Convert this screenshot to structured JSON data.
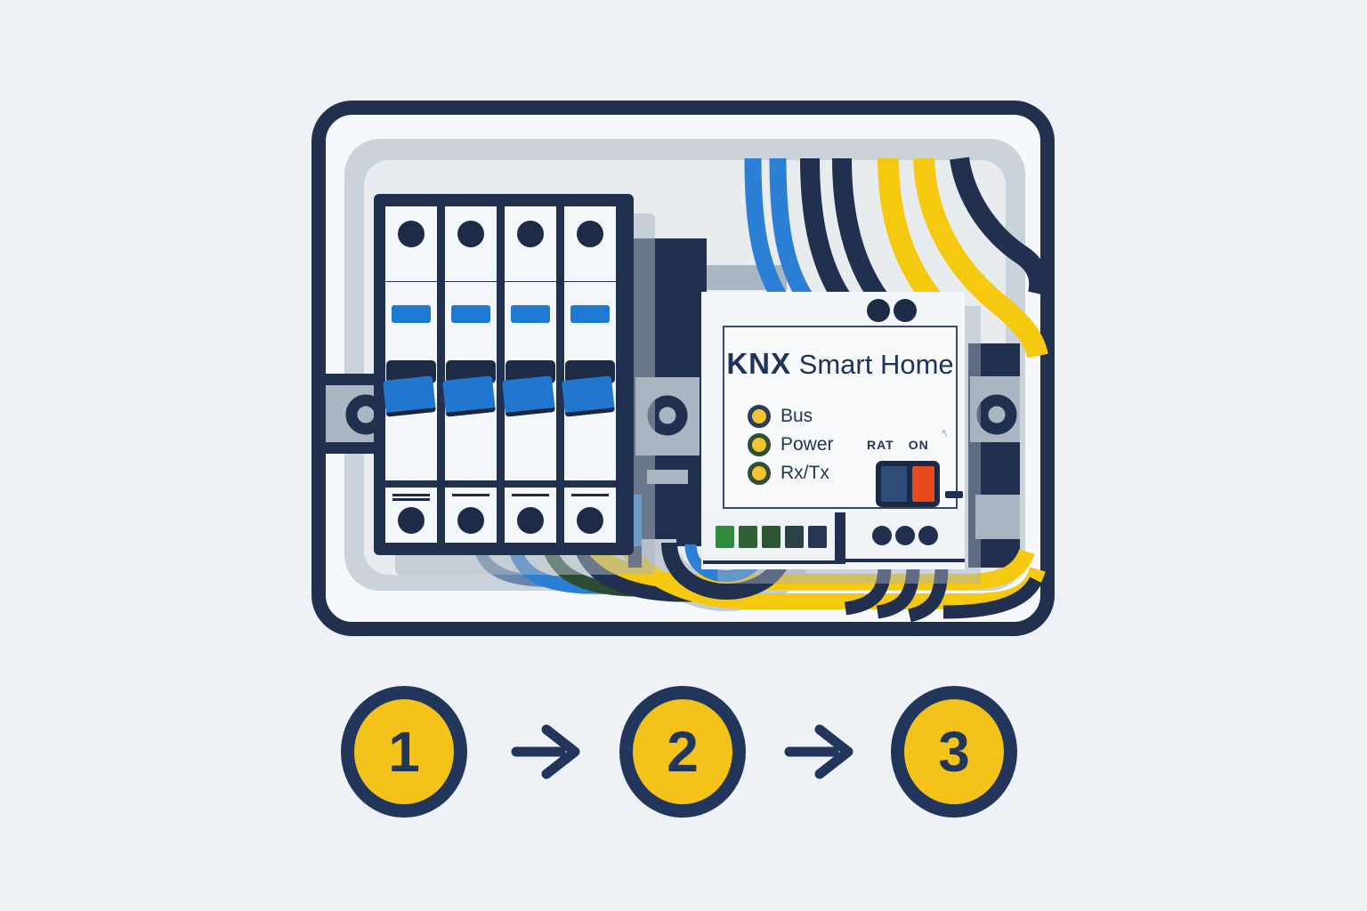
{
  "background_color": "#eef1f5",
  "panel": {
    "border_color": "#22304f",
    "backplate_colors": {
      "frame": "#cbd3da",
      "inner": "#e8ecef",
      "rail_plate": "#a9b5c1"
    },
    "breaker_group": {
      "count": 4,
      "indicator_bar_color": "#1e79d2",
      "toggle_color": "#2176cd",
      "body_color": "#f4f7fa",
      "outline_color": "#22304f"
    },
    "knx_device": {
      "title_brand": "KNX",
      "title_rest": "Smart Home",
      "leds": [
        {
          "label": "Bus",
          "color": "#f2c52c",
          "ring": "#2b3d5c"
        },
        {
          "label": "Power",
          "color": "#f2c52c",
          "ring": "#2e4e36"
        },
        {
          "label": "Rx/Tx",
          "color": "#f2c52c",
          "ring": "#2e4e36"
        }
      ],
      "switch": {
        "labels": [
          "RAT",
          "ON"
        ],
        "left_color": "#2d4d78",
        "right_color": "#e54b1d",
        "body_color": "#1b2944"
      },
      "status_squares": [
        "#2f8b3c",
        "#2f6135",
        "#2e5532",
        "#2a4145",
        "#253754"
      ],
      "port_dots_count": 3
    },
    "wiring": {
      "top_bundle": [
        "blue",
        "blue",
        "navy",
        "navy",
        "yellow",
        "yellow",
        "navy"
      ],
      "bottom_bundle": [
        "steel",
        "blue",
        "green",
        "navy",
        "yellow",
        "yellow"
      ],
      "colors": {
        "blue": "#2b7fd4",
        "navy": "#22304f",
        "yellow": "#f5c90f",
        "green": "#2d4b33",
        "steel": "#6886ab"
      }
    }
  },
  "steps": {
    "items": [
      {
        "number": "1"
      },
      {
        "number": "2"
      },
      {
        "number": "3"
      }
    ],
    "circle_fill": "#f3c31a",
    "circle_border": "#22365c",
    "arrow_color": "#22365c"
  }
}
